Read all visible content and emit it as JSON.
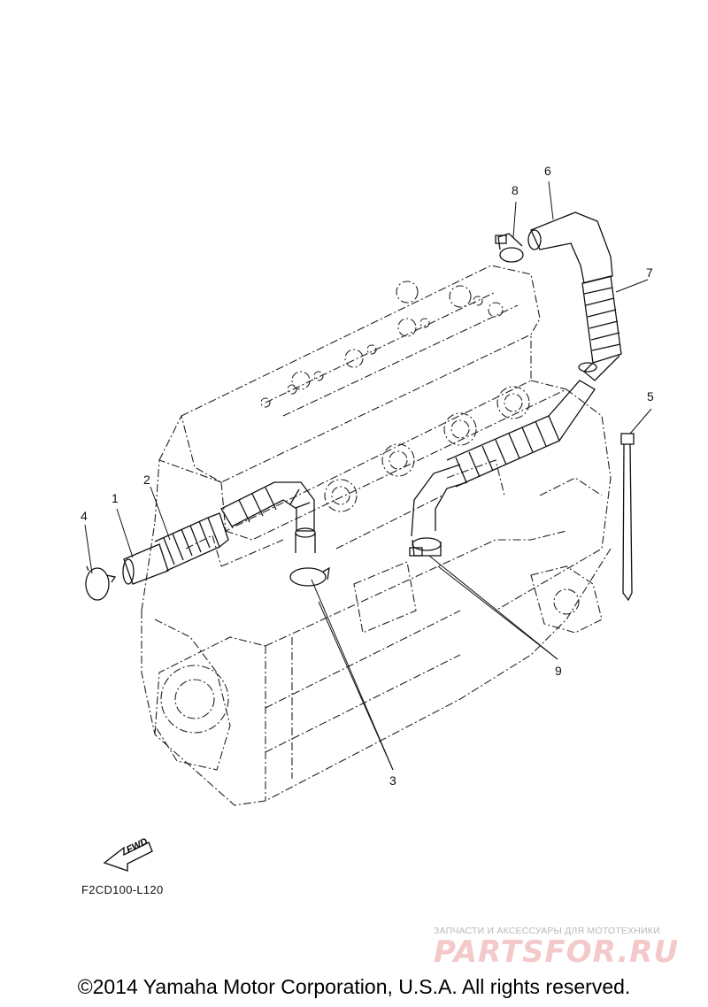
{
  "callouts": {
    "c1": "1",
    "c2": "2",
    "c3": "3",
    "c4": "4",
    "c5": "5",
    "c6": "6",
    "c7": "7",
    "c8": "8",
    "c9": "9"
  },
  "fwd_label": "FWD",
  "diagram_code": "F2CD100-L120",
  "watermark": {
    "line1": "ЗАПЧАСТИ И АКСЕССУАРЫ ДЛЯ МОТОТЕХНИКИ",
    "logo": "PARTSFOR.RU"
  },
  "copyright": "©2014 Yamaha Motor Corporation, U.S.A. All rights reserved.",
  "colors": {
    "line": "#111111",
    "watermark_logo": "#f3c9c9",
    "watermark_text": "#b9b9b9"
  }
}
